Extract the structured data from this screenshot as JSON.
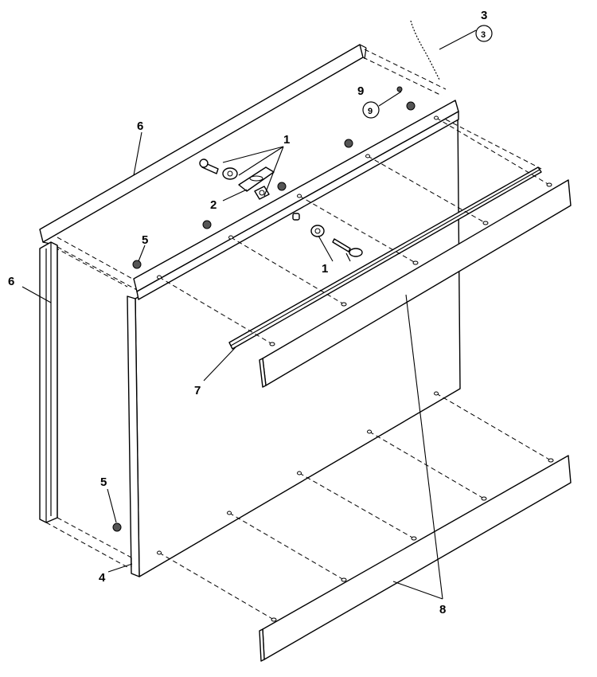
{
  "callouts": [
    {
      "id": "c3",
      "text": "3"
    },
    {
      "id": "c3b",
      "text": "3",
      "circled": true
    },
    {
      "id": "c9",
      "text": "9"
    },
    {
      "id": "c9b",
      "text": "9",
      "circled": true
    },
    {
      "id": "c6a",
      "text": "6"
    },
    {
      "id": "c1a",
      "text": "1"
    },
    {
      "id": "c2",
      "text": "2"
    },
    {
      "id": "c5a",
      "text": "5"
    },
    {
      "id": "c6b",
      "text": "6"
    },
    {
      "id": "c1b",
      "text": "1"
    },
    {
      "id": "c7",
      "text": "7"
    },
    {
      "id": "c5b",
      "text": "5"
    },
    {
      "id": "c4",
      "text": "4"
    },
    {
      "id": "c8",
      "text": "8"
    }
  ]
}
